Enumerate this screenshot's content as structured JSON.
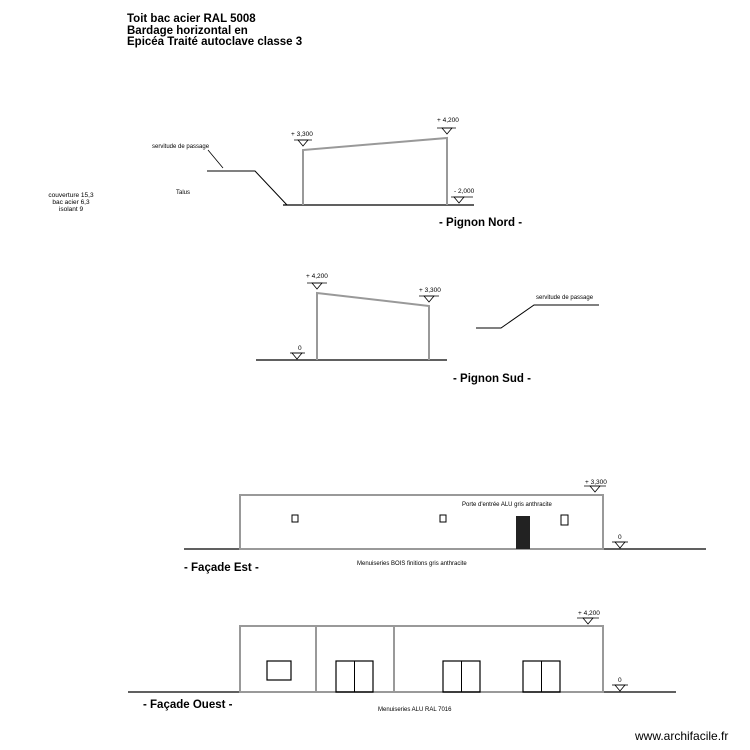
{
  "header": {
    "line1": "Toit bac acier RAL 5008",
    "line2": "Bardage horizontal en",
    "line3": "Epicéa Traité autoclave classe 3"
  },
  "insulation": {
    "line1": "couverture 15,3",
    "line2": "bac acier 6,3",
    "line3": "isolant 9"
  },
  "pignon_nord": {
    "title": "- Pignon Nord -",
    "level_left": "+ 3,300",
    "level_right": "+ 4,200",
    "level_ground": "- 2,000",
    "easement": "servitude de passage",
    "slope": "Talus"
  },
  "pignon_sud": {
    "title": "- Pignon Sud -",
    "level_left": "+ 4,200",
    "level_right": "+ 3,300",
    "level_ground": "0",
    "easement": "servitude de passage"
  },
  "facade_est": {
    "title": "- Façade Est -",
    "level_top": "+ 3,300",
    "level_ground": "0",
    "door_note": "Porte d'entrée ALU gris anthracite",
    "joinery_note": "Menuiseries BOIS finitions gris anthracite"
  },
  "facade_ouest": {
    "title": "- Façade Ouest -",
    "level_top": "+ 4,200",
    "level_ground": "0",
    "joinery_note": "Menuiseries ALU RAL 7016"
  },
  "watermark": "www.archifacile.fr",
  "colors": {
    "line": "#000000",
    "wall": "#999999",
    "door": "#222222"
  }
}
